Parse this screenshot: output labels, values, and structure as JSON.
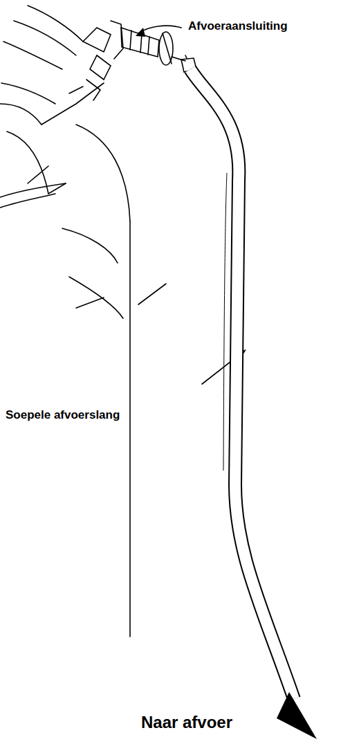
{
  "diagram": {
    "labels": [
      "Afvoeraansluiting",
      "Soepele afvoerslang",
      "Naar afvoer"
    ]
  }
}
